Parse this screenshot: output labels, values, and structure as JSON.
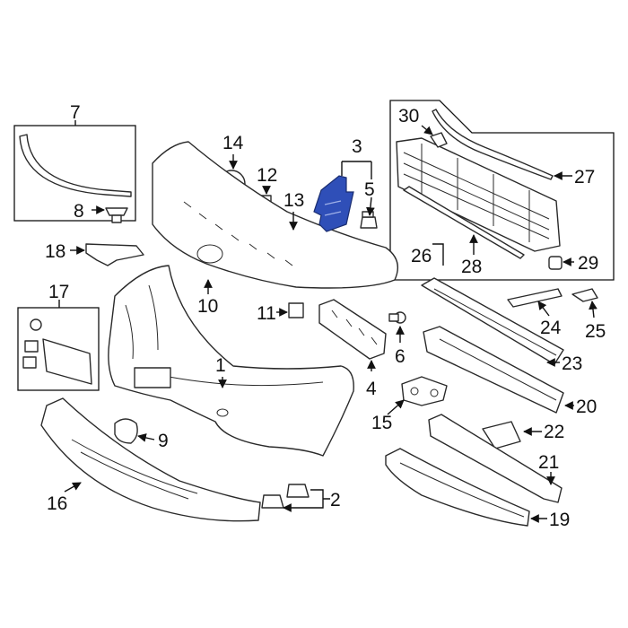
{
  "diagram": {
    "highlight_color": "#2f4fb8",
    "line_color": "#111111",
    "callouts": [
      {
        "id": "c1",
        "label": "1"
      },
      {
        "id": "c2",
        "label": "2"
      },
      {
        "id": "c3",
        "label": "3"
      },
      {
        "id": "c4",
        "label": "4"
      },
      {
        "id": "c5",
        "label": "5"
      },
      {
        "id": "c6",
        "label": "6"
      },
      {
        "id": "c7",
        "label": "7"
      },
      {
        "id": "c8",
        "label": "8"
      },
      {
        "id": "c9",
        "label": "9"
      },
      {
        "id": "c10",
        "label": "10"
      },
      {
        "id": "c11",
        "label": "11"
      },
      {
        "id": "c12",
        "label": "12"
      },
      {
        "id": "c13",
        "label": "13"
      },
      {
        "id": "c14",
        "label": "14"
      },
      {
        "id": "c15",
        "label": "15"
      },
      {
        "id": "c16",
        "label": "16"
      },
      {
        "id": "c17",
        "label": "17"
      },
      {
        "id": "c18",
        "label": "18"
      },
      {
        "id": "c19",
        "label": "19"
      },
      {
        "id": "c20",
        "label": "20"
      },
      {
        "id": "c21",
        "label": "21"
      },
      {
        "id": "c22",
        "label": "22"
      },
      {
        "id": "c23",
        "label": "23"
      },
      {
        "id": "c24",
        "label": "24"
      },
      {
        "id": "c25",
        "label": "25"
      },
      {
        "id": "c26",
        "label": "26"
      },
      {
        "id": "c27",
        "label": "27"
      },
      {
        "id": "c28",
        "label": "28"
      },
      {
        "id": "c29",
        "label": "29"
      },
      {
        "id": "c30",
        "label": "30"
      }
    ]
  }
}
